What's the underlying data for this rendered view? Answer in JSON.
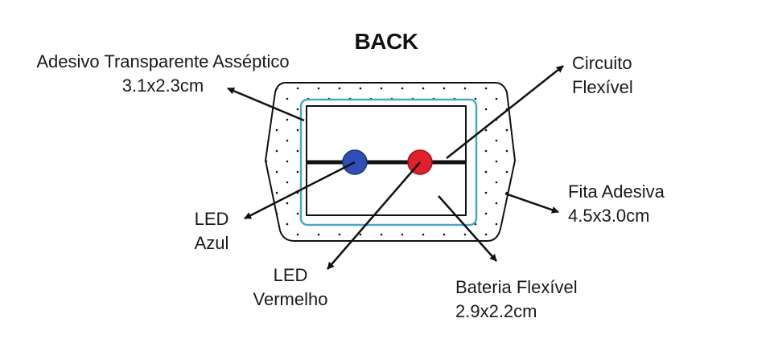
{
  "title": "BACK",
  "labels": {
    "adhesive_transparent": {
      "line1": "Adesivo Transparente Asséptico",
      "line2": "3.1x2.3cm"
    },
    "circuit": {
      "line1": "Circuito",
      "line2": "Flexível"
    },
    "tape": {
      "line1": "Fita Adesiva",
      "line2": "4.5x3.0cm"
    },
    "led_blue": {
      "line1": "LED",
      "line2": "Azul"
    },
    "led_red": {
      "line1": "LED",
      "line2": "Vermelho"
    },
    "battery": {
      "line1": "Bateria Flexível",
      "line2": "2.9x2.2cm"
    }
  },
  "colors": {
    "outline": "#111111",
    "inner_border": "#4aa8c4",
    "led_blue": "#2e4fb8",
    "led_red": "#e0202a",
    "background": "#ffffff"
  }
}
